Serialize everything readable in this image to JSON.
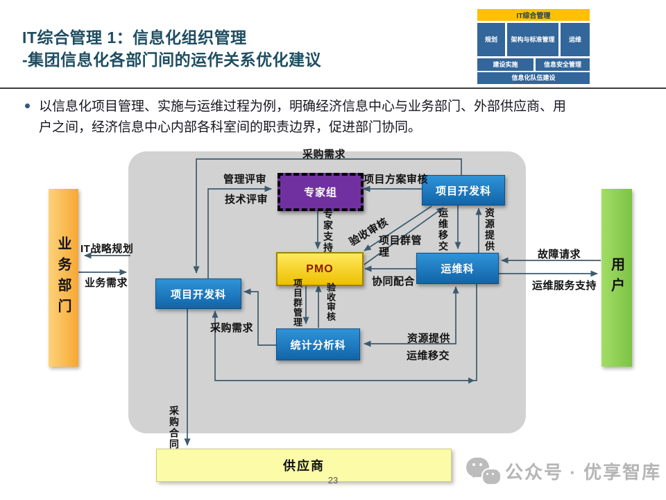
{
  "header": {
    "title_line1": "IT综合管理 1：信息化组织管理",
    "title_line2": "-集团信息化各部门间的运作关系优化建议",
    "mini_chart": {
      "top": "IT综合管理",
      "row1": [
        "规划",
        "架构与标准管理",
        "运维"
      ],
      "row2": [
        "建设实施",
        "信息安全管理"
      ],
      "row3": "信息化队伍建设"
    }
  },
  "intro": {
    "bullet_line1": "以信息化项目管理、实施与运维过程为例，明确经济信息中心与业务部门、外部供应商、用",
    "bullet_line2": "户之间，经济信息中心内部各科室间的职责边界，促进部门协同。"
  },
  "diagram": {
    "nodes": {
      "expert_group": "专家组",
      "project_dev_top": "项目开发科",
      "pmo": "PMO",
      "ops": "运维科",
      "project_dev_left": "项目开发科",
      "stats": "统计分析科",
      "business_dept": "业务部门",
      "user": "用户",
      "supplier": "供应商"
    },
    "edge_labels": {
      "procurement_demand_top": "采购需求",
      "mgmt_review": "管理评审",
      "tech_review": "技术评审",
      "scheme_review": "项目方案审核",
      "expert_support": "专家支持",
      "acceptance_review_diag": "验收审核",
      "program_mgmt_diag": "项目群管理",
      "collaboration": "协同配合",
      "ops_handover_top": "运维移交",
      "resource_provision_top": "资源提供",
      "fault_request": "故障请求",
      "ops_service_support": "运维服务支持",
      "it_strategy": "IT战略规划",
      "business_demand": "业务需求",
      "resource_provision_bottom": "资源提供",
      "ops_handover_bottom": "运维移交",
      "procurement_demand_mid": "采购需求",
      "acceptance_review_v": "验收审核",
      "program_mgmt_v": "项目群管理",
      "procurement_contract": "采购合同"
    },
    "colors": {
      "panel": "#d2d2d2",
      "node_blue": "#1b76c2",
      "expert_purple": "#7030A0",
      "pmo_yellow": "#f5c800",
      "business_orange": "#f9a733",
      "user_green": "#8fd14f",
      "supplier_yellow": "#fbfba8",
      "arrow": "#3d5a6e"
    }
  },
  "footer": {
    "page_number": "23",
    "watermark": "公众号 · 优享智库"
  }
}
